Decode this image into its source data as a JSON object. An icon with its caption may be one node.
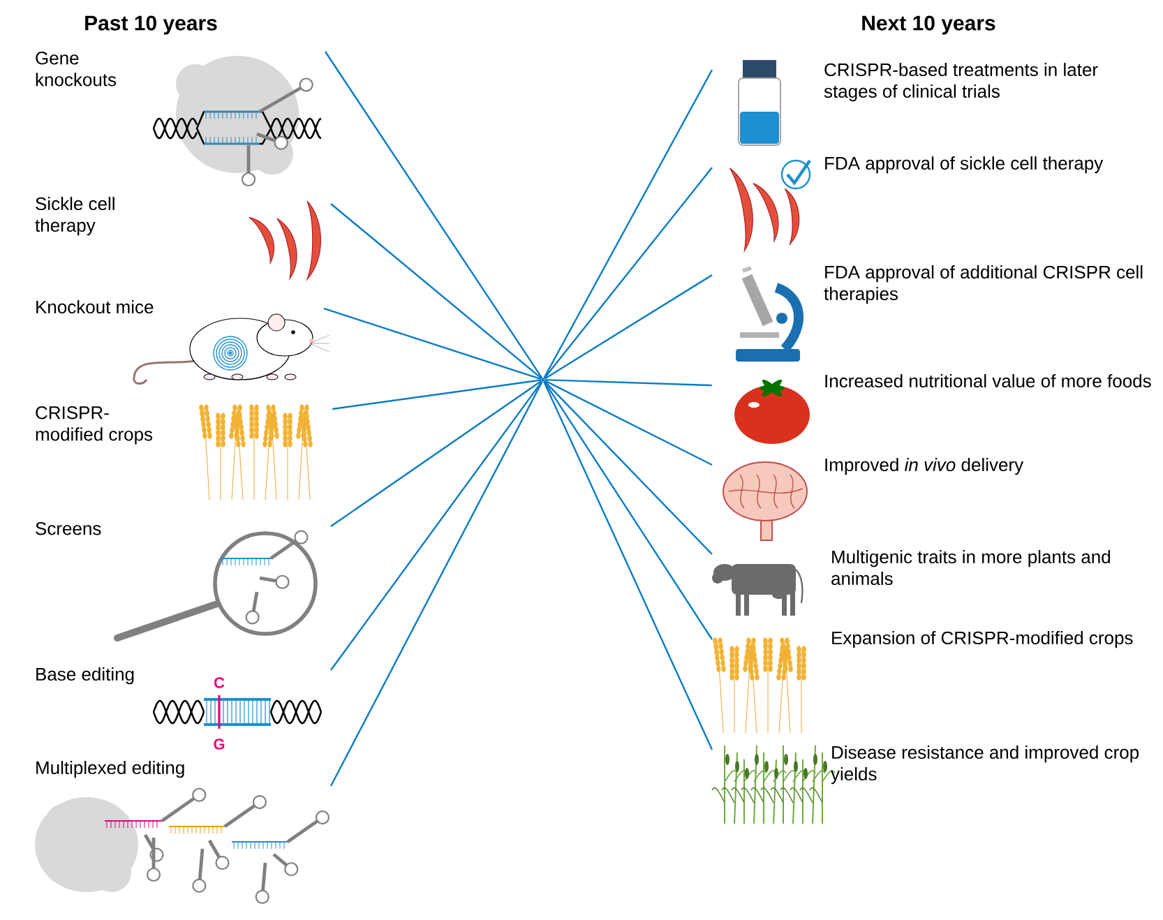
{
  "diagram": {
    "nodes": [
      {
        "text": [
          "Gene knockouts"
        ]
      },
      {
        "text": [
          "Sickle cell therapy"
        ]
      },
      {
        "text": [
          "Knockout mice"
        ]
      },
      {
        "text": [
          "CRISPR-modified crops"
        ]
      },
      {
        "text": [
          "Screens"
        ]
      },
      {
        "text": [
          "Base editing"
        ]
      },
      {
        "text": [
          "Multiplexed editing"
        ]
      },
      {
        "text": [
          "CRISPR-based treatments in later stages of clinical trials"
        ]
      },
      {
        "text": [
          "FDA approval of sickle cell therapy"
        ]
      },
      {
        "text": [
          "FDA approval of additional CRISPR cell therapies"
        ]
      },
      {
        "text": [
          "Increased nutritional value of more foods"
        ]
      },
      {
        "text": [
          "Improved *in vivo* delivery"
        ]
      },
      {
        "text": [
          "Multigenic traits in more plants and animals"
        ]
      },
      {
        "text": [
          "Expansion of CRISPR-modified crops"
        ]
      },
      {
        "text": [
          "Disease resistance and improved crop yields"
        ]
      },
      {
        "text": [],
        "shape": "dot"
      }
    ],
    "edges": [
      {
        "from": 0,
        "to": 15,
        "arrow": "none"
      },
      {
        "from": 1,
        "to": 15,
        "arrow": "none"
      },
      {
        "from": 2,
        "to": 15,
        "arrow": "none"
      },
      {
        "from": 3,
        "to": 15,
        "arrow": "none"
      },
      {
        "from": 4,
        "to": 15,
        "arrow": "none"
      },
      {
        "from": 5,
        "to": 15,
        "arrow": "none"
      },
      {
        "from": 6,
        "to": 15,
        "arrow": "none"
      },
      {
        "from": 15,
        "to": 7,
        "arrow": "none"
      },
      {
        "from": 15,
        "to": 8,
        "arrow": "none"
      },
      {
        "from": 15,
        "to": 9,
        "arrow": "none"
      },
      {
        "from": 15,
        "to": 10,
        "arrow": "none"
      },
      {
        "from": 15,
        "to": 11,
        "arrow": "none"
      },
      {
        "from": 15,
        "to": 12,
        "arrow": "none"
      },
      {
        "from": 15,
        "to": 13,
        "arrow": "none"
      },
      {
        "from": 15,
        "to": 14,
        "arrow": "none"
      }
    ],
    "labels": [
      "Past 10 years",
      "Next 10 years",
      "C",
      "G"
    ]
  }
}
